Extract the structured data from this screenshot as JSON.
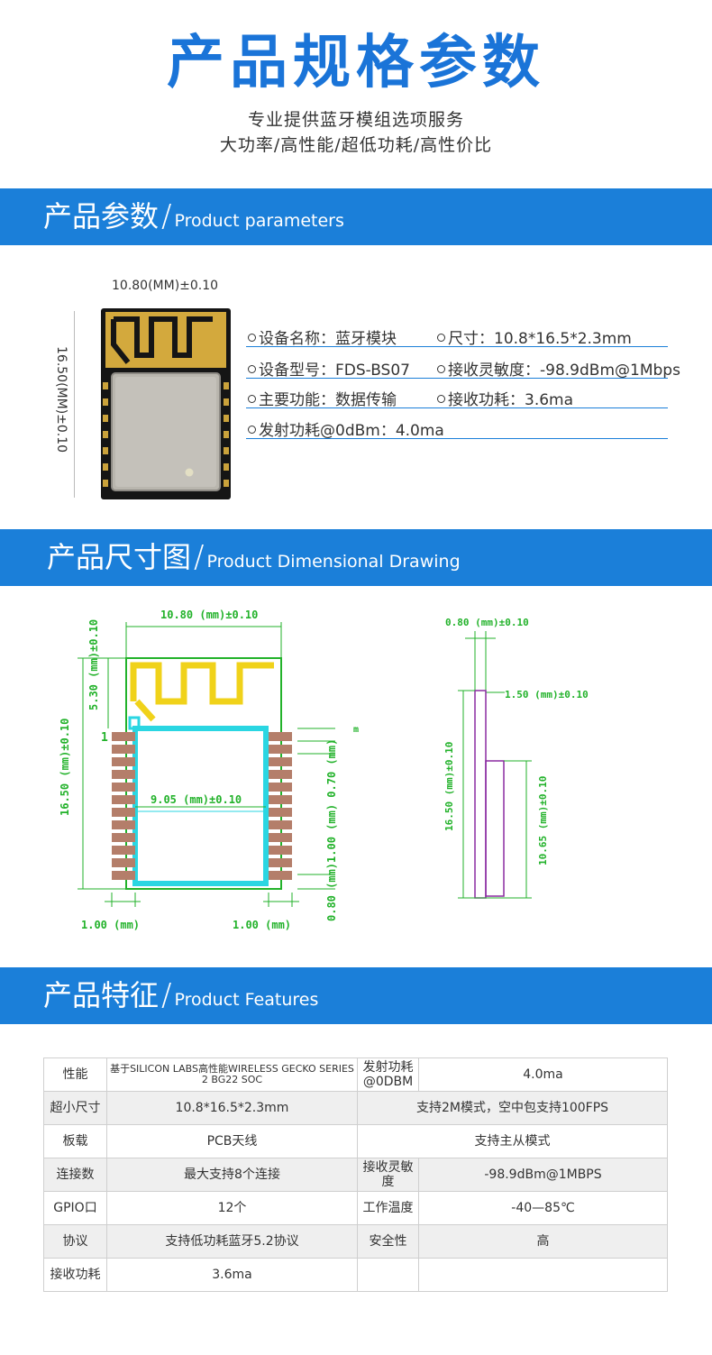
{
  "hero": {
    "title": "产品规格参数",
    "line1": "专业提供蓝牙模组选项服务",
    "line2": "大功率/高性能/超低功耗/高性价比"
  },
  "sections": {
    "params": {
      "cn": "产品参数",
      "en": "Product parameters"
    },
    "drawing": {
      "cn": "产品尺寸图",
      "en": "Product Dimensional Drawing"
    },
    "features": {
      "cn": "产品特征",
      "en": "Product Features"
    }
  },
  "params": {
    "dim_width": "10.80(MM)±0.10",
    "dim_height": "16.50(MM)±0.10",
    "items": [
      "设备名称：蓝牙模块",
      "尺寸：10.8*16.5*2.3mm",
      "设备型号：FDS-BS07",
      "接收灵敏度：-98.9dBm@1Mbps",
      "主要功能：数据传输",
      "接收功耗：3.6ma",
      "发射功耗@0dBm：4.0ma"
    ]
  },
  "drawing": {
    "w": "10.80 (mm)±0.10",
    "h_top": "5.30 (mm)±0.10",
    "h_total": "16.50 (mm)±0.10",
    "inner_w": "9.05 (mm)±0.10",
    "right_col": "0.80 (mm)1.00 (mm) 0.70 (mm)",
    "right_top_mark": "m",
    "pin1": "1",
    "bottom_l": "1.00 (mm)",
    "bottom_r": "1.00 (mm)",
    "side_thick": "0.80 (mm)±0.10",
    "side_step": "1.50 (mm)±0.10",
    "side_h": "16.50 (mm)±0.10",
    "side_h2": "10.65 (mm)±0.10"
  },
  "features": {
    "rows": [
      [
        "性能",
        "基于SILICON LABS高性能WIRELESS GECKO SERIES 2 BG22 SOC",
        "发射功耗@0DBM",
        "4.0ma"
      ],
      [
        "超小尺寸",
        "10.8*16.5*2.3mm",
        "",
        "支持2M模式，空中包支持100FPS"
      ],
      [
        "板载",
        "PCB天线",
        "",
        "支持主从模式"
      ],
      [
        "连接数",
        "最大支持8个连接",
        "接收灵敏度",
        "-98.9dBm@1MBPS"
      ],
      [
        "GPIO口",
        "12个",
        "工作温度",
        "-40—85℃"
      ],
      [
        "协议",
        "支持低功耗蓝牙5.2协议",
        "安全性",
        "高"
      ],
      [
        "接收功耗",
        "3.6ma",
        "",
        ""
      ]
    ]
  },
  "colors": {
    "accent": "#1b7fd9",
    "title": "#1a74d8",
    "outline_green": "#22b22a",
    "cyan": "#2ad6e2",
    "purple": "#8a2aa0"
  }
}
